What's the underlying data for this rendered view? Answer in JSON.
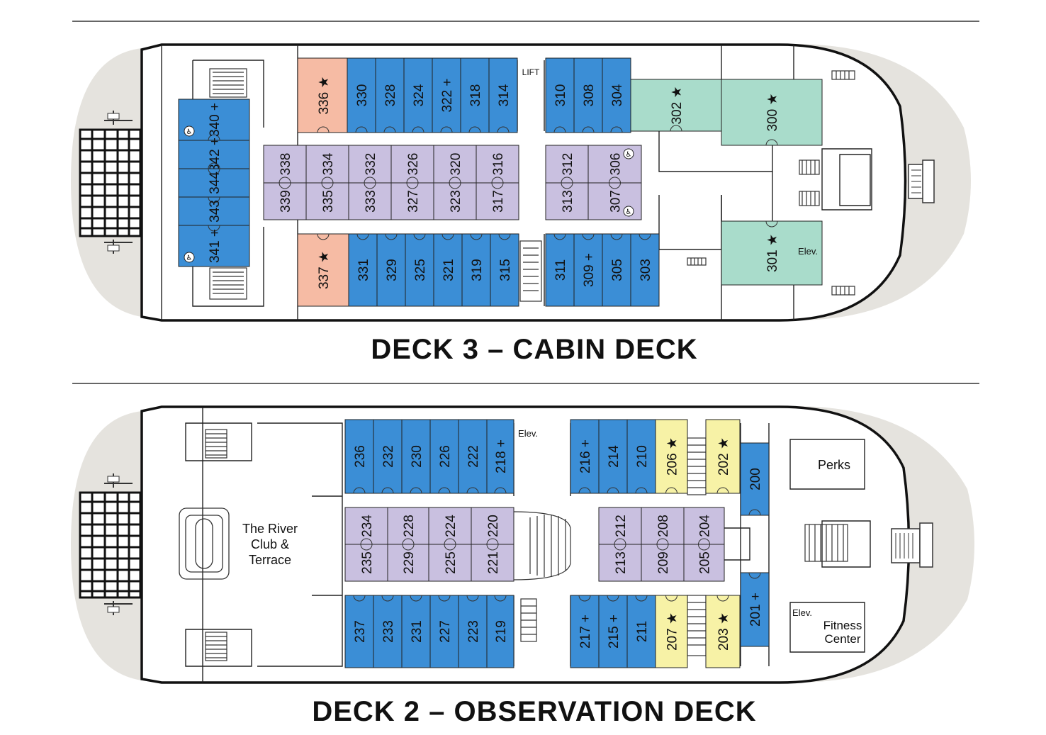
{
  "colors": {
    "blue": "#3b8ed6",
    "lavender": "#c9c0e0",
    "salmon": "#f6bba4",
    "mint": "#a9dccb",
    "yellow": "#f7f2a6",
    "hull_shade": "#e5e3de"
  },
  "decks": [
    {
      "title": "DECK 3 – CABIN DECK",
      "labels": {
        "lift": "LIFT",
        "elev": "Elev."
      },
      "cabins": [
        {
          "n": "336",
          "mark": "★",
          "color": "salmon"
        },
        {
          "n": "330",
          "color": "blue"
        },
        {
          "n": "328",
          "color": "blue"
        },
        {
          "n": "324",
          "color": "blue"
        },
        {
          "n": "322",
          "mark": "+",
          "color": "blue"
        },
        {
          "n": "318",
          "color": "blue"
        },
        {
          "n": "314",
          "color": "blue"
        },
        {
          "n": "310",
          "color": "blue"
        },
        {
          "n": "308",
          "color": "blue"
        },
        {
          "n": "304",
          "color": "blue"
        },
        {
          "n": "302",
          "mark": "★",
          "color": "mint"
        },
        {
          "n": "300",
          "mark": "★",
          "color": "mint"
        },
        {
          "n": "340",
          "mark": "+",
          "color": "blue",
          "accessible": true
        },
        {
          "n": "342",
          "mark": "+",
          "color": "blue"
        },
        {
          "n": "344",
          "color": "blue"
        },
        {
          "n": "343",
          "color": "blue"
        },
        {
          "n": "341",
          "mark": "+",
          "color": "blue",
          "accessible": true
        },
        {
          "n": "338",
          "color": "lavender"
        },
        {
          "n": "334",
          "color": "lavender"
        },
        {
          "n": "332",
          "color": "lavender"
        },
        {
          "n": "326",
          "color": "lavender"
        },
        {
          "n": "320",
          "color": "lavender"
        },
        {
          "n": "316",
          "color": "lavender"
        },
        {
          "n": "312",
          "color": "lavender"
        },
        {
          "n": "306",
          "color": "lavender",
          "accessible": true
        },
        {
          "n": "339",
          "color": "lavender"
        },
        {
          "n": "335",
          "color": "lavender"
        },
        {
          "n": "333",
          "color": "lavender"
        },
        {
          "n": "327",
          "color": "lavender"
        },
        {
          "n": "323",
          "color": "lavender"
        },
        {
          "n": "317",
          "color": "lavender"
        },
        {
          "n": "313",
          "color": "lavender"
        },
        {
          "n": "307",
          "color": "lavender",
          "accessible": true
        },
        {
          "n": "337",
          "mark": "★",
          "color": "salmon"
        },
        {
          "n": "331",
          "color": "blue"
        },
        {
          "n": "329",
          "color": "blue"
        },
        {
          "n": "325",
          "color": "blue"
        },
        {
          "n": "321",
          "color": "blue"
        },
        {
          "n": "319",
          "color": "blue"
        },
        {
          "n": "315",
          "color": "blue"
        },
        {
          "n": "311",
          "color": "blue"
        },
        {
          "n": "309",
          "mark": "+",
          "color": "blue"
        },
        {
          "n": "305",
          "color": "blue"
        },
        {
          "n": "303",
          "color": "blue"
        },
        {
          "n": "301",
          "mark": "★",
          "color": "mint"
        }
      ]
    },
    {
      "title": "DECK 2 – OBSERVATION DECK",
      "labels": {
        "elev_top": "Elev.",
        "elev_bottom": "Elev.",
        "lounge": [
          "The River",
          "Club &",
          "Terrace"
        ],
        "perks": "Perks",
        "fitness": [
          "Fitness",
          "Center"
        ]
      },
      "cabins": [
        {
          "n": "236",
          "color": "blue"
        },
        {
          "n": "232",
          "color": "blue"
        },
        {
          "n": "230",
          "color": "blue"
        },
        {
          "n": "226",
          "color": "blue"
        },
        {
          "n": "222",
          "color": "blue"
        },
        {
          "n": "218",
          "mark": "+",
          "color": "blue"
        },
        {
          "n": "216",
          "mark": "+",
          "color": "blue"
        },
        {
          "n": "214",
          "color": "blue"
        },
        {
          "n": "210",
          "color": "blue"
        },
        {
          "n": "206",
          "mark": "★",
          "color": "yellow"
        },
        {
          "n": "202",
          "mark": "★",
          "color": "yellow"
        },
        {
          "n": "200",
          "color": "blue"
        },
        {
          "n": "234",
          "color": "lavender"
        },
        {
          "n": "228",
          "color": "lavender"
        },
        {
          "n": "224",
          "color": "lavender"
        },
        {
          "n": "220",
          "color": "lavender"
        },
        {
          "n": "235",
          "color": "lavender"
        },
        {
          "n": "229",
          "color": "lavender"
        },
        {
          "n": "225",
          "color": "lavender"
        },
        {
          "n": "221",
          "color": "lavender"
        },
        {
          "n": "212",
          "color": "lavender"
        },
        {
          "n": "208",
          "color": "lavender"
        },
        {
          "n": "204",
          "color": "lavender"
        },
        {
          "n": "213",
          "color": "lavender"
        },
        {
          "n": "209",
          "color": "lavender"
        },
        {
          "n": "205",
          "color": "lavender"
        },
        {
          "n": "237",
          "color": "blue"
        },
        {
          "n": "233",
          "color": "blue"
        },
        {
          "n": "231",
          "color": "blue"
        },
        {
          "n": "227",
          "color": "blue"
        },
        {
          "n": "223",
          "color": "blue"
        },
        {
          "n": "219",
          "color": "blue"
        },
        {
          "n": "217",
          "mark": "+",
          "color": "blue"
        },
        {
          "n": "215",
          "mark": "+",
          "color": "blue"
        },
        {
          "n": "211",
          "color": "blue"
        },
        {
          "n": "207",
          "mark": "★",
          "color": "yellow"
        },
        {
          "n": "203",
          "mark": "★",
          "color": "yellow"
        },
        {
          "n": "201",
          "mark": "+",
          "color": "blue"
        }
      ]
    }
  ]
}
